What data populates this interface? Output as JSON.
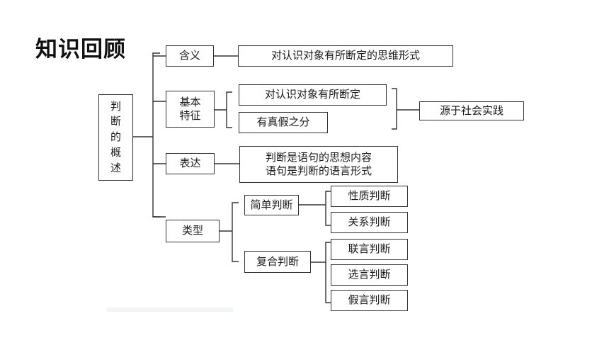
{
  "title": "知识回顾",
  "root": {
    "chars": [
      "判",
      "断",
      "的",
      "概",
      "述"
    ]
  },
  "meaning": {
    "label": "含义",
    "desc": "对认识对象有所断定的思维形式"
  },
  "features": {
    "label_lines": [
      "基本",
      "特征"
    ],
    "items": [
      "对认识对象有所断定",
      "有真假之分"
    ],
    "source": "源于社会实践"
  },
  "expression": {
    "label": "表达",
    "desc_lines": [
      "判断是语句的思想内容",
      "语句是判断的语言形式"
    ]
  },
  "types": {
    "label": "类型",
    "simple": {
      "label": "简单判断",
      "items": [
        "性质判断",
        "关系判断"
      ]
    },
    "compound": {
      "label": "复合判断",
      "items": [
        "联言判断",
        "选言判断",
        "假言判断"
      ]
    }
  }
}
